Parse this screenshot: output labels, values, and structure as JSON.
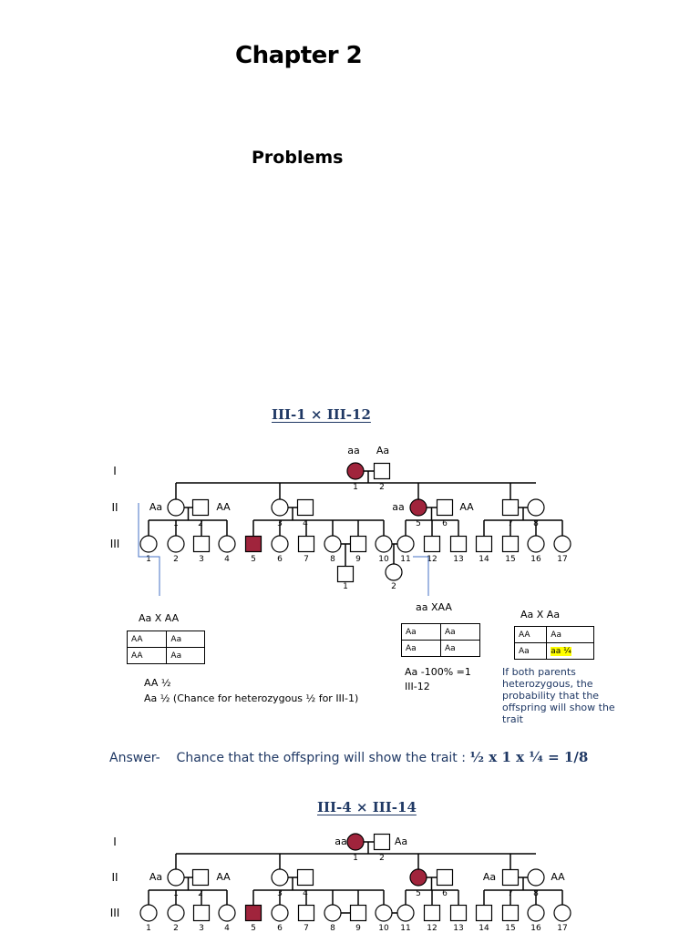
{
  "header": {
    "chapter": "Chapter 2",
    "problems": "Problems"
  },
  "section1": {
    "title": "III-1 × III-12",
    "parent_labels": {
      "aa": "aa",
      "Aa": "Aa"
    },
    "gen_labels": [
      "I",
      "II",
      "III"
    ],
    "gen2_genotypes": {
      "ii1": "Aa",
      "ii2": "AA",
      "ii5": "aa",
      "ii6": "AA"
    },
    "gen1_numbers": [
      "1",
      "2"
    ],
    "gen2_numbers": [
      "1",
      "2",
      "3",
      "4",
      "5",
      "6",
      "7",
      "8"
    ],
    "gen3_numbers": [
      "1",
      "2",
      "3",
      "4",
      "5",
      "6",
      "7",
      "8",
      "9",
      "10",
      "11",
      "12",
      "13",
      "14",
      "15",
      "16",
      "17"
    ],
    "gen4_numbers": [
      "1",
      "2"
    ],
    "cross_left": {
      "label": "Aa X AA",
      "cells": [
        [
          "AA",
          "Aa"
        ],
        [
          "AA",
          "Aa"
        ]
      ],
      "result_line1": "AA ½",
      "result_line2": "Aa ½  (Chance for heterozygous ½ for III-1)"
    },
    "cross_mid": {
      "label": "aa XAA",
      "cells": [
        [
          "Aa",
          "Aa"
        ],
        [
          "Aa",
          "Aa"
        ]
      ],
      "result_line1": "Aa -100% =1",
      "result_line2": "III-12"
    },
    "cross_right": {
      "label": "Aa X Aa",
      "cells": [
        [
          "AA",
          "Aa"
        ],
        [
          "Aa",
          "aa ¼"
        ]
      ],
      "note": "If both parents heterozygous, the probability that the offspring will show the trait"
    },
    "answer_prefix": "Answer-",
    "answer_text": "Chance that the offspring will show the trait :",
    "answer_math": "½ x 1 x ¼ = 1/8"
  },
  "section2": {
    "title": "III-4 × III-14",
    "gen_labels": [
      "I",
      "II",
      "III"
    ],
    "gen1_genotypes": {
      "i1": "aa",
      "i2": "Aa"
    },
    "gen2_genotypes": {
      "ii1": "Aa",
      "ii2": "AA",
      "ii7": "Aa",
      "ii8": "AA"
    },
    "gen1_numbers": [
      "1",
      "2"
    ],
    "gen2_numbers": [
      "1",
      "2",
      "3",
      "4",
      "5",
      "6",
      "7",
      "8"
    ],
    "gen3_numbers": [
      "1",
      "2",
      "3",
      "4",
      "5",
      "6",
      "7",
      "8",
      "9",
      "10",
      "11",
      "12",
      "13",
      "14",
      "15",
      "16",
      "17"
    ]
  },
  "colors": {
    "affected": "#a0243c",
    "heading": "#1f3864",
    "arrow": "#4472c4",
    "highlight": "#ffff00"
  }
}
